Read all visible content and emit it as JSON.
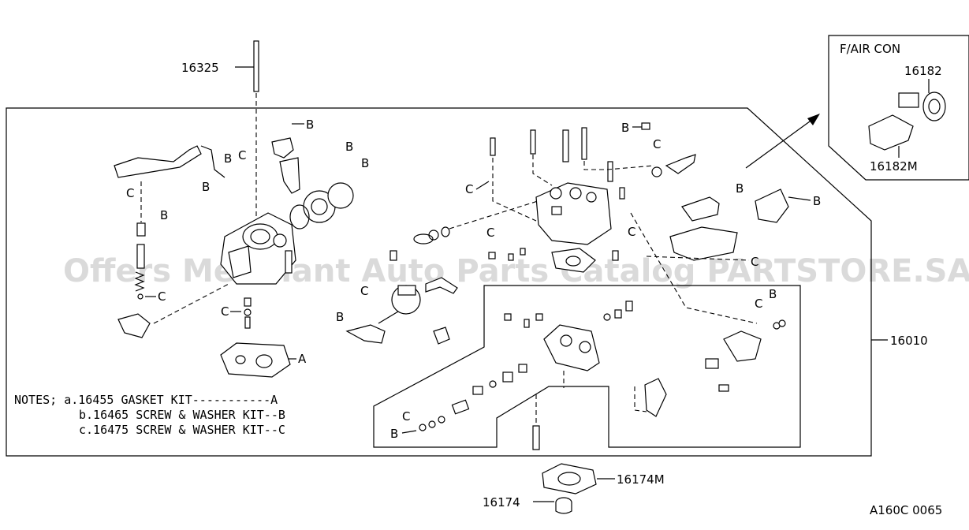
{
  "part_numbers": {
    "top_rod": "16325",
    "main_assembly": "16010",
    "base_gasket": "16174M",
    "spacer": "16174",
    "aircon_valve": "16182",
    "aircon_bracket": "16182M"
  },
  "inset_title": "F/AIR CON",
  "ref_letters": {
    "a": "A",
    "b": "B",
    "c": "C"
  },
  "notes": [
    "NOTES; a.16455 GASKET KIT-----------A",
    "b.16465 SCREW & WASHER KIT--B",
    "c.16475 SCREW & WASHER KIT--C"
  ],
  "watermark": "Offers Merchant Auto Parts Catalog PARTSTORE.SA",
  "diagram_code": "A160C 0065"
}
